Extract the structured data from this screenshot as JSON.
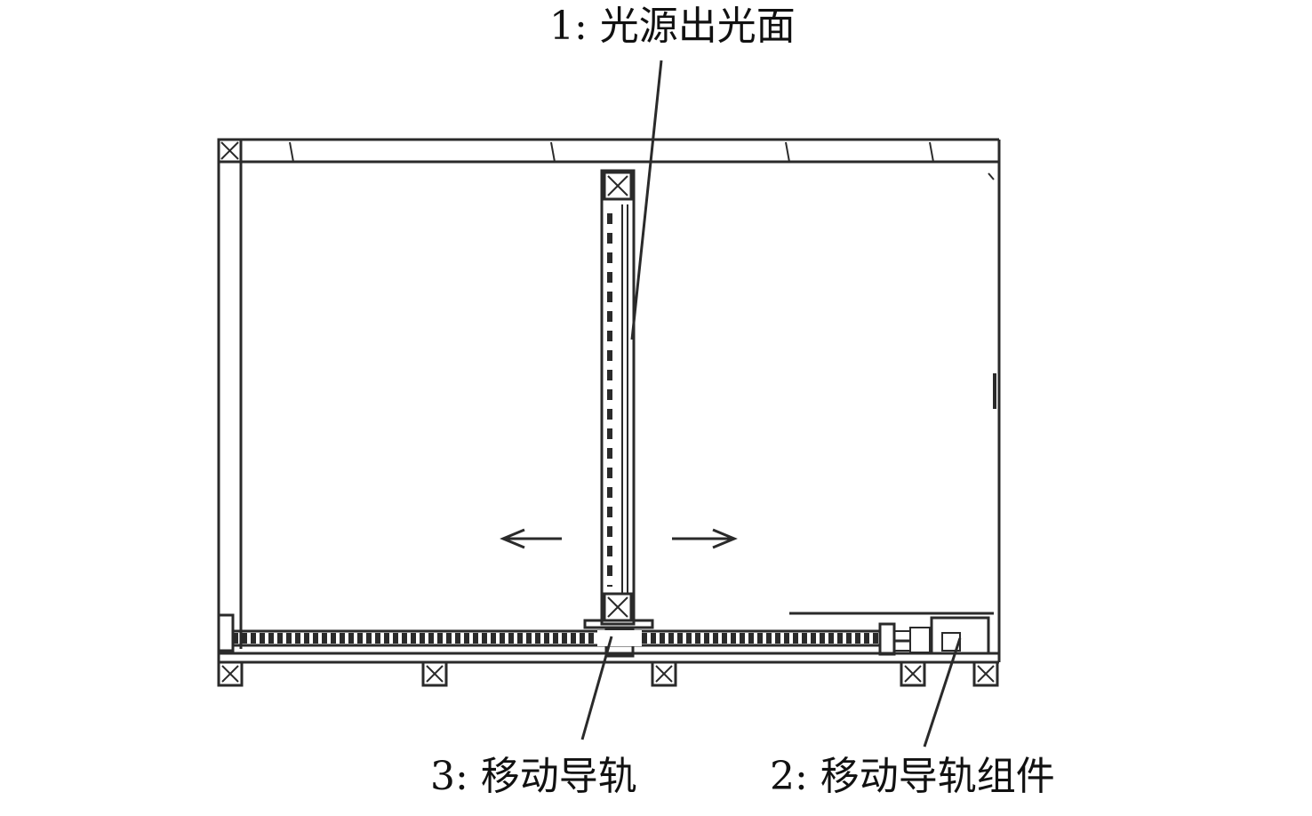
{
  "labels": {
    "light_surface": "1: 光源出光面",
    "guide_rail": "3: 移动导轨",
    "guide_rail_assembly": "2: 移动导轨组件"
  },
  "colors": {
    "line": "#2a2a2a",
    "background": "#ffffff"
  },
  "icons": {
    "arrow_left": "arrow-left-icon",
    "arrow_right": "arrow-right-icon"
  }
}
